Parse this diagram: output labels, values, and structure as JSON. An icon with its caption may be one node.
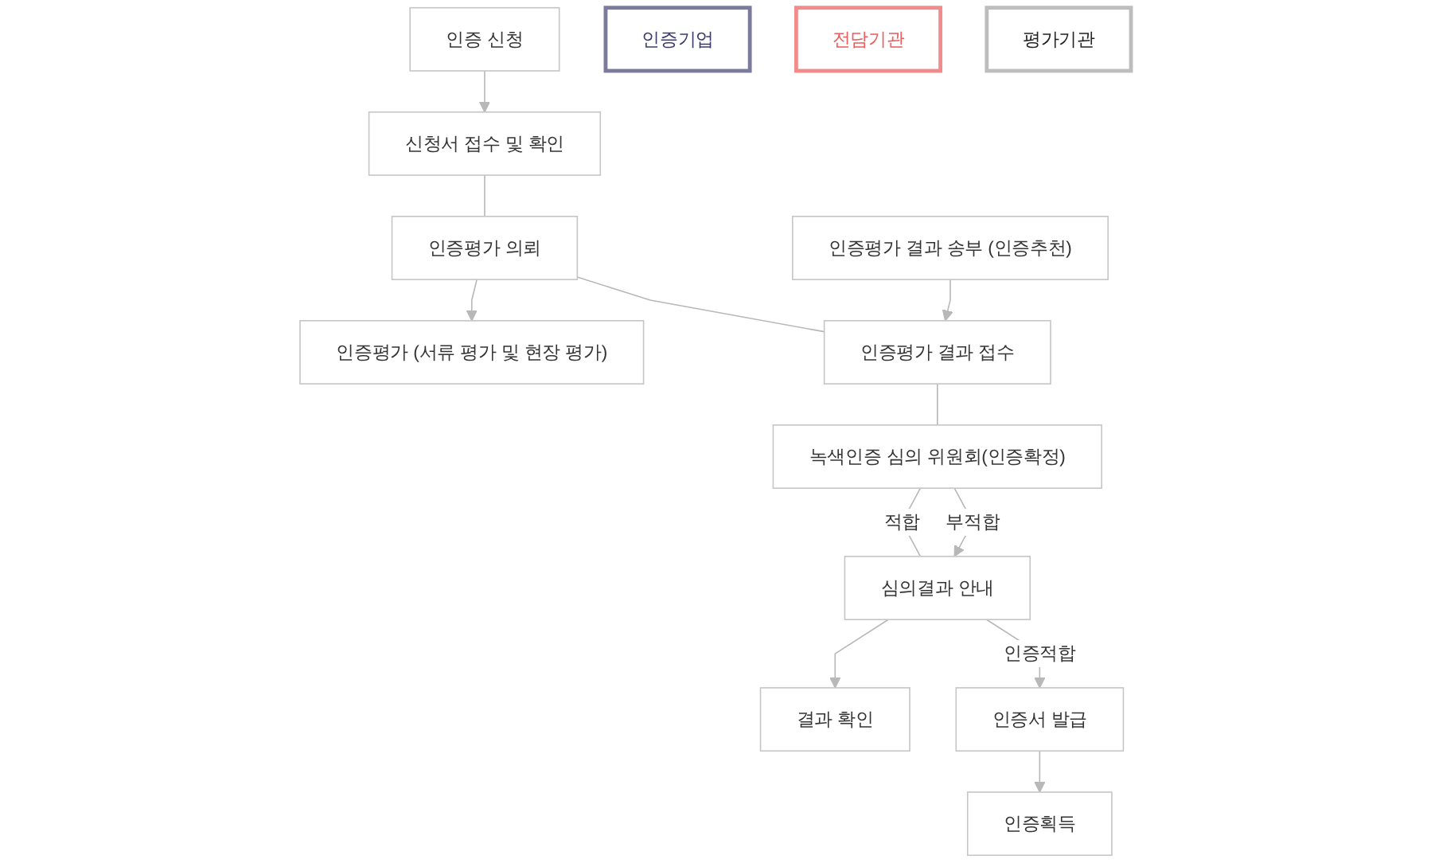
{
  "diagram": {
    "nodes": [
      {
        "text": [
          "인증기업"
        ]
      },
      {
        "text": [
          "전담기관"
        ]
      },
      {
        "text": [
          "평가기관"
        ]
      },
      {
        "text": [
          "인증 신청"
        ]
      },
      {
        "text": [
          "신청서 접수 및 확인"
        ]
      },
      {
        "text": [
          "인증평가 의뢰"
        ]
      },
      {
        "text": [
          "인증평가 (서류 평가 및 현장 평가)"
        ]
      },
      {
        "text": [
          "인증평가 결과 접수"
        ]
      },
      {
        "text": [
          "인증평가 결과 송부 (인증추천)"
        ]
      },
      {
        "text": [
          "녹색인증 심의 위원회(인증확정)"
        ]
      },
      {
        "text": [
          "결과 확인"
        ]
      },
      {
        "text": [
          "심의결과 안내"
        ]
      },
      {
        "text": [
          "인증획득"
        ]
      },
      {
        "text": [
          "인증서 발급"
        ]
      }
    ],
    "edges": [
      {
        "from": 3,
        "to": 4,
        "arrow": "to"
      },
      {
        "from": 4,
        "to": 5,
        "arrow": "none"
      },
      {
        "from": 5,
        "to": 6,
        "arrow": "to"
      },
      {
        "from": 5,
        "to": 7,
        "arrow": "none"
      },
      {
        "from": 8,
        "to": 7,
        "arrow": "to"
      },
      {
        "from": 7,
        "to": 9,
        "arrow": "none"
      },
      {
        "from": 9,
        "to": 11,
        "arrow": "none",
        "label": "적합"
      },
      {
        "from": 9,
        "to": 11,
        "arrow": "to",
        "label": "부적합"
      },
      {
        "from": 11,
        "to": 10,
        "arrow": "to"
      },
      {
        "from": 11,
        "to": 13,
        "arrow": "to",
        "label": "인증적합"
      },
      {
        "from": 13,
        "to": 12,
        "arrow": "to"
      }
    ]
  }
}
